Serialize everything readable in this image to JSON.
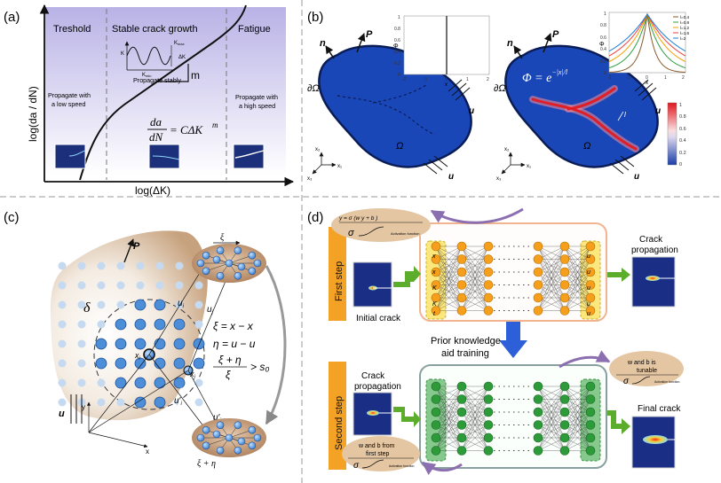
{
  "panels": {
    "a": {
      "tag": "(a)",
      "regions": [
        "Treshold",
        "Stable crack growth",
        "Fatigue"
      ],
      "notes": {
        "low": [
          "Propagate with",
          "a low speed"
        ],
        "stable": "Propagate stably",
        "high": [
          "Propagate with",
          "a high speed"
        ]
      },
      "slope_label": "m",
      "equation": {
        "lhs_num": "da",
        "lhs_den": "dN",
        "rhs": "= CΔK",
        "exp": "m"
      },
      "ylabel": "log(da / dN)",
      "xlabel": "log(ΔK)",
      "inset": {
        "k": "K",
        "kmax": "K",
        "kmax_sub": "max",
        "kmin": "K",
        "kmin_sub": "min",
        "dk": "ΔK"
      }
    },
    "b": {
      "tag": "(b)",
      "left": {
        "n": "n",
        "P": "P",
        "boundary": "∂Ω",
        "domain": "Ω",
        "u1": "u",
        "u2": "u",
        "inset": {
          "ylabel": "Φ",
          "xlabel": "x",
          "xticks": [
            "-2",
            "-1",
            "0",
            "1",
            "2"
          ],
          "yticks": [
            "0",
            "0.2",
            "0.4",
            "0.6",
            "0.8",
            "1"
          ]
        }
      },
      "right": {
        "n": "n",
        "P": "P",
        "boundary": "∂Ω",
        "domain": "Ω",
        "u1": "u",
        "u2": "u",
        "phi": "Φ = e",
        "phi_exp": "−|x|/l",
        "l": "l",
        "inset": {
          "ylabel": "Φ",
          "xlabel": "x",
          "xticks": [
            "-2",
            "-1",
            "0",
            "1",
            "2"
          ],
          "yticks": [
            "0",
            "0.2",
            "0.4",
            "0.6",
            "0.8",
            "1"
          ],
          "legend": [
            "l=0.4",
            "l=0.8",
            "l=1.2",
            "l=1.6",
            "l=2"
          ]
        }
      },
      "colorbar": [
        "1",
        "0.8",
        "0.6",
        "0.4",
        "0.2",
        "0"
      ],
      "axes": {
        "x1": "x₁",
        "x2": "x₂",
        "x3": "x₃"
      }
    },
    "c": {
      "tag": "(c)",
      "P": "P",
      "delta": "δ",
      "xi_node": "x",
      "xj_node": "x",
      "ui": "u",
      "uj": "u",
      "uip": "u′",
      "ujp": "u′",
      "xi_top": "ξ",
      "xi_eta": "ξ + η",
      "eqs": [
        "ξ = x  − x",
        "η = u  − u",
        "ξ + η",
        "ξ"
      ],
      "gt_s0": "> s₀",
      "uvec": "u",
      "y": "y",
      "x": "x"
    },
    "d": {
      "tag": "(d)",
      "first_step": "First step",
      "second_step": "Second step",
      "initial_crack": "Initial crack",
      "crack_prop_top": [
        "Crack",
        "propagation"
      ],
      "crack_prop_in": [
        "Crack",
        "propagation"
      ],
      "final_crack": "Final crack",
      "prior": [
        "Prior knowledge",
        "aid training"
      ],
      "formula": "y  = σ  (w  y  + b  )",
      "activation": "Activation function",
      "tunable": [
        "w and b is",
        "tunable"
      ],
      "from_first": [
        "w and b from",
        "first step"
      ],
      "sigma": "σ",
      "inputs": [
        "x",
        "x",
        "K",
        "K",
        "t"
      ],
      "outputs": [
        "u",
        "u",
        "u",
        "u",
        "u"
      ]
    }
  }
}
